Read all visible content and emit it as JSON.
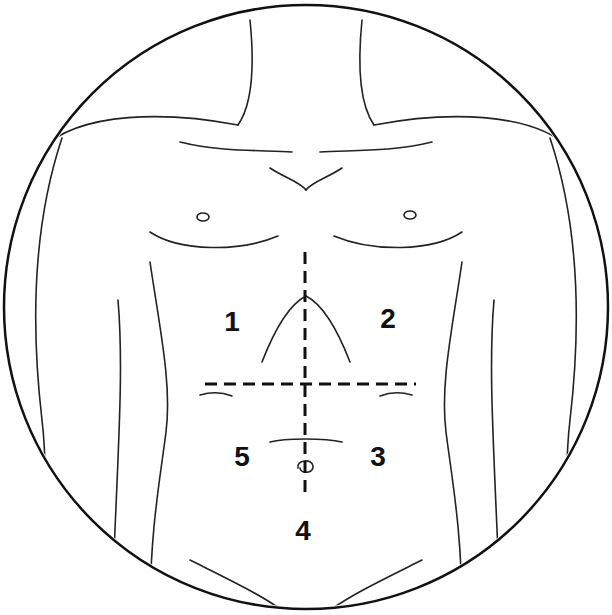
{
  "diagram": {
    "labels": [
      "1",
      "2",
      "5",
      "3",
      "4"
    ]
  }
}
